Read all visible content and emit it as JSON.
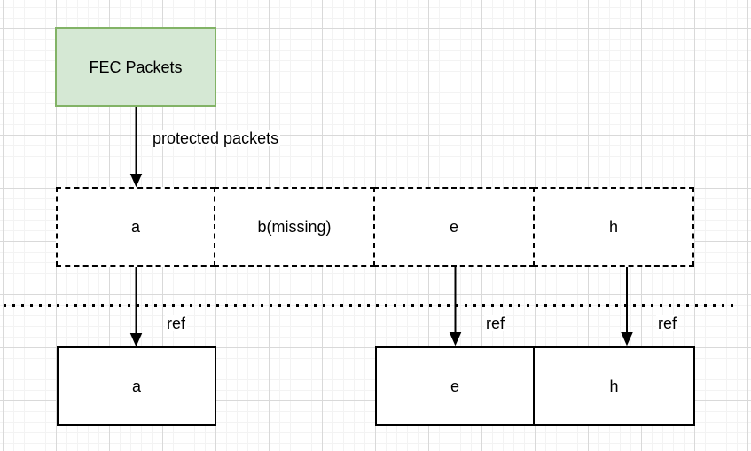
{
  "colors": {
    "node-fill": "#d5e8d4",
    "node-stroke": "#82b366",
    "line": "#000000",
    "text": "#000000",
    "grid-minor": "#f3f3f3",
    "grid-major": "#d9d9d9",
    "canvas-bg": "#ffffff"
  },
  "diagram": {
    "source_node": {
      "label": "FEC Packets"
    },
    "edges": {
      "protected": {
        "label": "protected packets"
      },
      "ref_a": {
        "label": "ref"
      },
      "ref_e": {
        "label": "ref"
      },
      "ref_h": {
        "label": "ref"
      }
    },
    "fec_row": {
      "cells": [
        {
          "label": "a"
        },
        {
          "label": "b(missing)"
        },
        {
          "label": "e"
        },
        {
          "label": "h"
        }
      ]
    },
    "ref_row": {
      "cells": [
        {
          "label": "a"
        },
        {
          "label": "e"
        },
        {
          "label": "h"
        }
      ]
    }
  }
}
